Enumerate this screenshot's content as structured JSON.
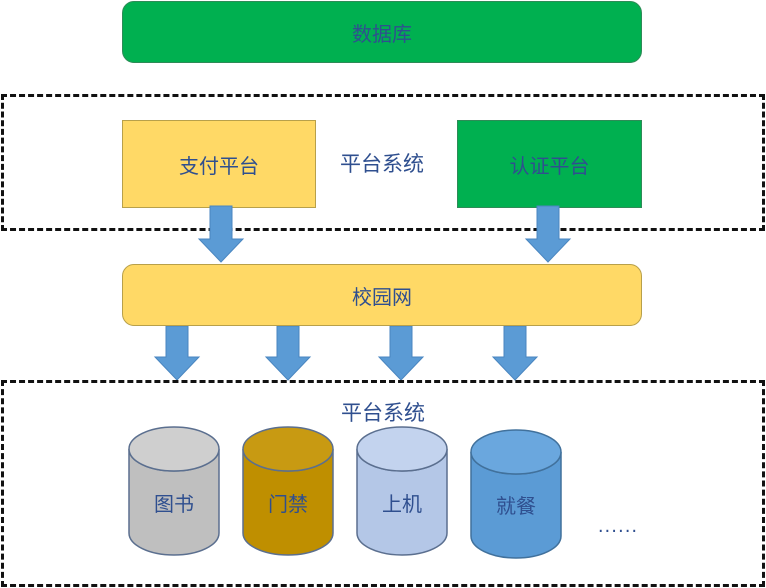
{
  "top": {
    "database_label": "数据库"
  },
  "platform_group": {
    "title": "平台系统",
    "pay_label": "支付平台",
    "auth_label": "认证平台"
  },
  "campus": {
    "label": "校园网"
  },
  "apps_group": {
    "title": "平台系统",
    "apps": [
      {
        "label": "图书",
        "fill": "#bfbfbf",
        "top_fill": "#cfcfcf",
        "stroke": "#5b6f8f"
      },
      {
        "label": "门禁",
        "fill": "#bf8f00",
        "top_fill": "#c89a12",
        "stroke": "#5b6f8f"
      },
      {
        "label": "上机",
        "fill": "#b4c7e7",
        "top_fill": "#c3d3ee",
        "stroke": "#5b6f8f"
      },
      {
        "label": "就餐",
        "fill": "#5b9bd5",
        "top_fill": "#6aa7de",
        "stroke": "#41719c"
      }
    ],
    "ellipsis": "......"
  },
  "colors": {
    "arrow": "#5b9bd5",
    "arrow_stroke": "#4a86c0",
    "text": "#2f4f8f"
  }
}
